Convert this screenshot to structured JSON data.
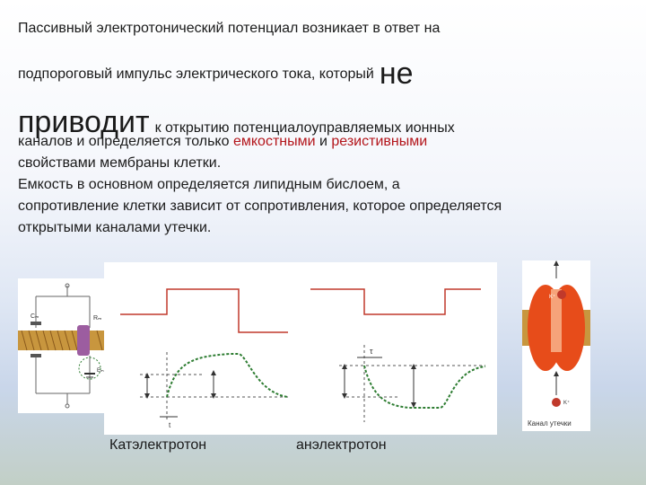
{
  "text": {
    "l1": "Пассивный электротонический потенциал возникает в ответ на",
    "l2a": "подпороговый импульс электрического тока, который",
    "l2b": "не",
    "l3a": "приводит",
    "l3b": "к открытию потенциалоуправляемых ионных",
    "p1a": "каналов и определяется только",
    "p1b": "емкостными",
    "p1c": "и",
    "p1d": "резистивными",
    "p2": "свойствами мембраны клетки.",
    "p3": "Емкость в основном определяется липидным бислоем, а",
    "p4": "сопротивление клетки зависит от сопротивления, которое определяется",
    "p5": "открытыми каналами утечки."
  },
  "captions": {
    "left": "Катэлектротон",
    "right": "анэлектротон"
  },
  "diagram_labels": {
    "cm": "Cₘ",
    "rm": "Rₘ",
    "em": "Eₘ",
    "tau": "τ",
    "t": "t",
    "k": "K⁺",
    "leak": "Канал утечки"
  },
  "colors": {
    "accent_red": "#b3151b",
    "pulse_red": "#c0392b",
    "response_green": "#2e7d32",
    "membrane": "#c8963e"
  }
}
